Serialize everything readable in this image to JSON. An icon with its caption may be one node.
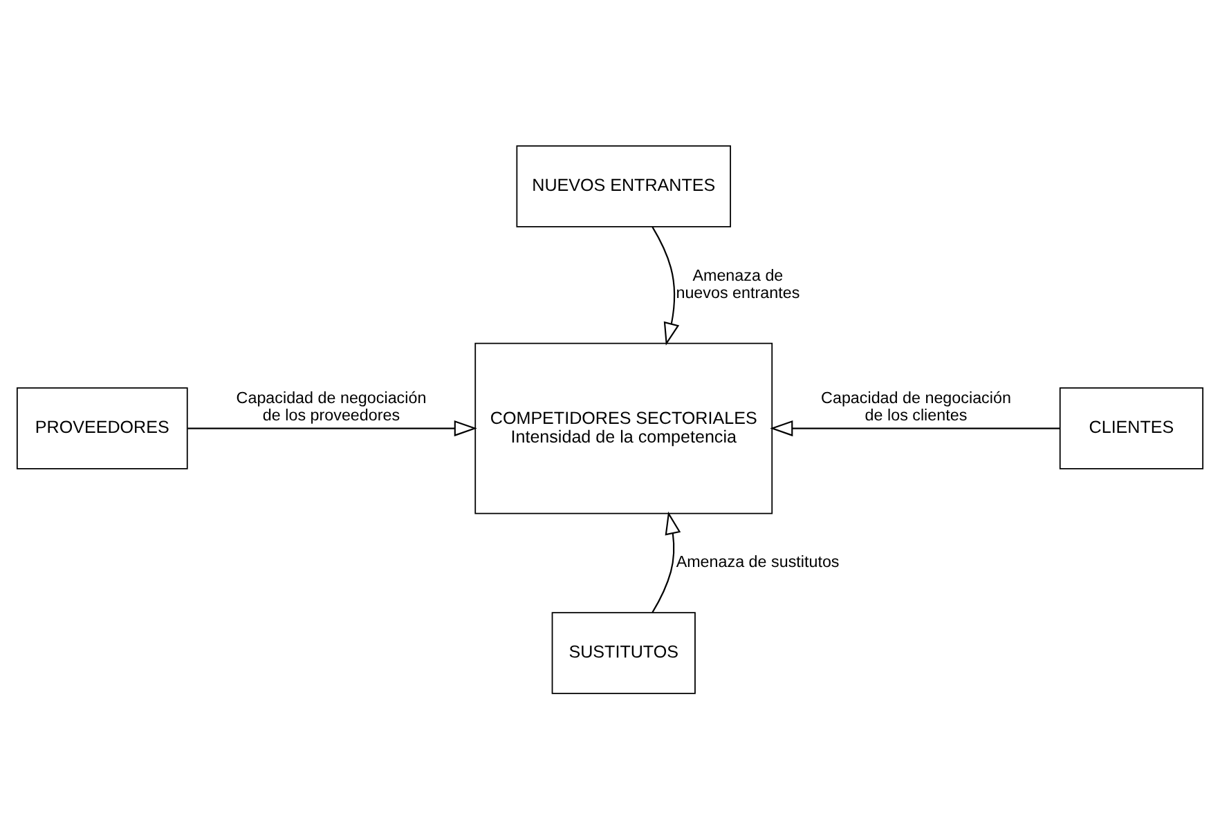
{
  "diagram": {
    "nodes": [
      {
        "text": [
          "NUEVOS ENTRANTES"
        ]
      },
      {
        "text": [
          "PROVEEDORES"
        ]
      },
      {
        "text": [
          "COMPETIDORES SECTORIALES",
          "Intensidad de la competencia"
        ]
      },
      {
        "text": [
          "CLIENTES"
        ]
      },
      {
        "text": [
          "SUSTITUTOS"
        ]
      }
    ],
    "edges": [
      {
        "from": 0,
        "to": 2,
        "arrow": "to",
        "label": "Amenaza de nuevos entrantes"
      },
      {
        "from": 1,
        "to": 2,
        "arrow": "to",
        "label": "Capacidad de negociación de los proveedores"
      },
      {
        "from": 3,
        "to": 2,
        "arrow": "to",
        "label": "Capacidad de negociación de los clientes"
      },
      {
        "from": 4,
        "to": 2,
        "arrow": "to",
        "label": "Amenaza de sustitutos"
      }
    ]
  }
}
